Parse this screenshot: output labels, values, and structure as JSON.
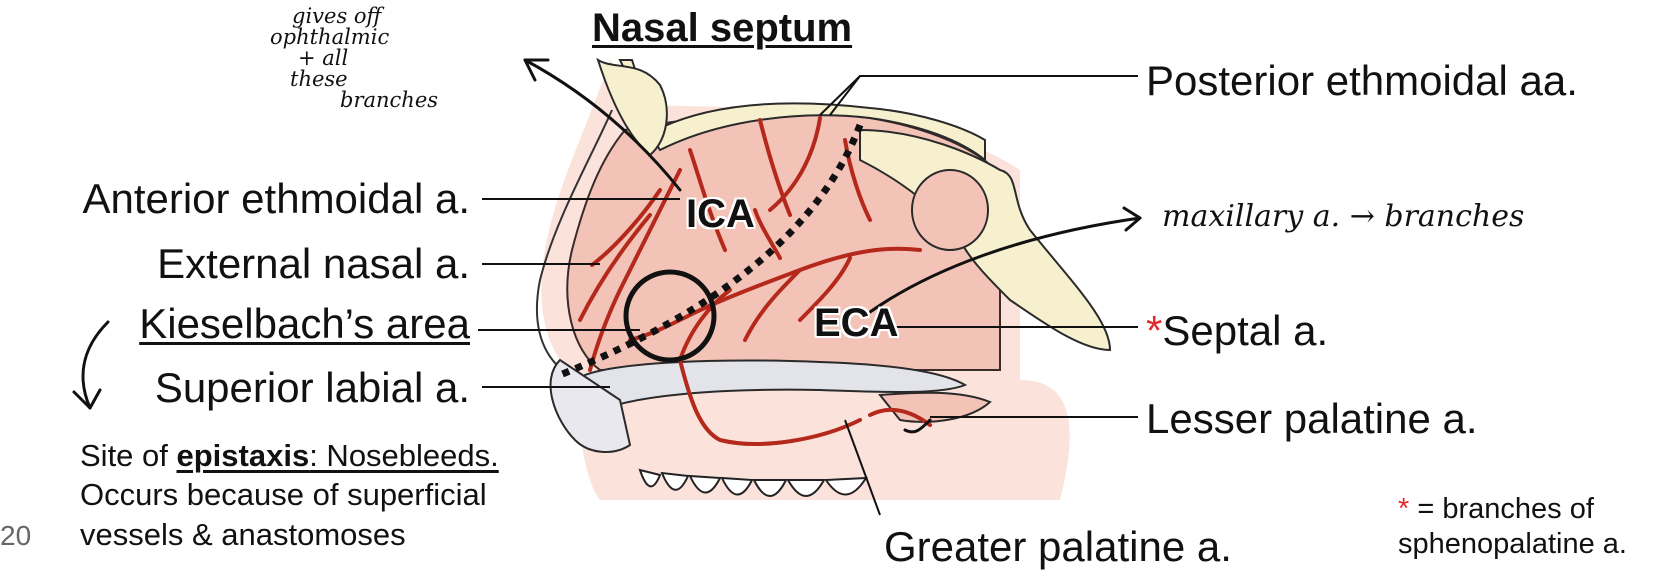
{
  "title": "Nasal septum",
  "labels": {
    "left": {
      "anterior_ethmoidal": "Anterior ethmoidal a.",
      "external_nasal": "External nasal a.",
      "kiesselbach": "Kieselbach’s area",
      "superior_labial": "Superior labial a."
    },
    "right": {
      "posterior_ethmoidal": "Posterior ethmoidal aa.",
      "septal_star": "*",
      "septal": "Septal a.",
      "lesser_palatine": "Lesser palatine a."
    },
    "bottom": {
      "greater_palatine": "Greater palatine a."
    },
    "inside": {
      "ica": "ICA",
      "eca": "ECA"
    }
  },
  "note": {
    "prefix": "Site of ",
    "bold": "epistaxis",
    "suffix": ": Nosebleeds.",
    "line2": "Occurs because of superficial",
    "line3": "vessels & anastomoses"
  },
  "legend": {
    "star": "*",
    "line1": " = branches of",
    "line2": "sphenopalatine a."
  },
  "handwritten": {
    "ophthalmic_note": [
      "gives off",
      "ophthalmic",
      "+ all",
      "these",
      "branches"
    ],
    "maxillary_note": "maxillary a. → branches"
  },
  "page_number": "20",
  "colors": {
    "artery": "#b5281c",
    "mucosa": "#f2c3b6",
    "bone": "#f6f0cf",
    "palate": "#e3e4ea",
    "accent_red": "#e32b2b"
  }
}
